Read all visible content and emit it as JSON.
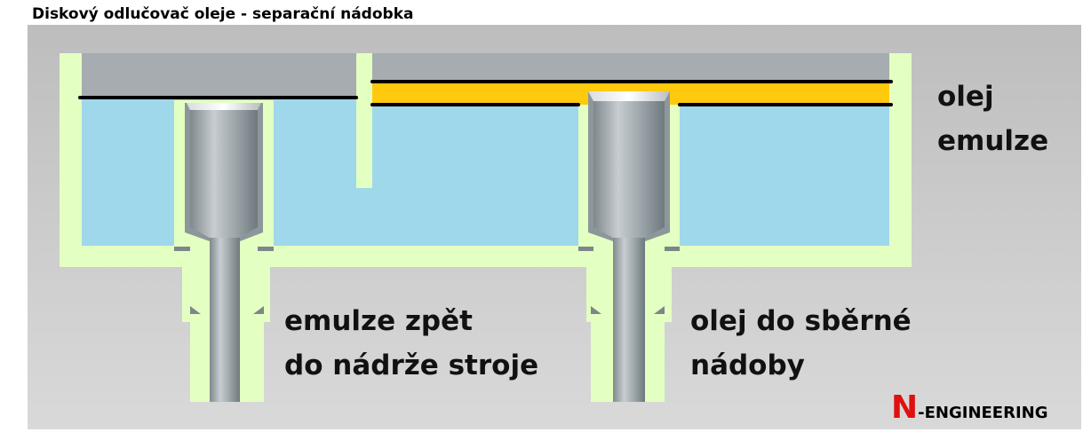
{
  "title": "Diskový odlučovač oleje - separační nádobka",
  "labels": {
    "oil": "olej",
    "emulsion": "emulze",
    "left_outlet_line1": "emulze zpět",
    "left_outlet_line2": "do nádrže stroje",
    "right_outlet_line1": "olej do sběrné",
    "right_outlet_line2": "nádoby"
  },
  "logo": {
    "letter": "N",
    "rest": "-ENGINEERING"
  },
  "colors": {
    "housing": "#e4ffc2",
    "emulsion": "#9fd8ea",
    "oil": "#ffc90e",
    "air": "#a6acaf",
    "steel": "#8d979b",
    "line": "#000000",
    "logo_red": "#e01010"
  }
}
